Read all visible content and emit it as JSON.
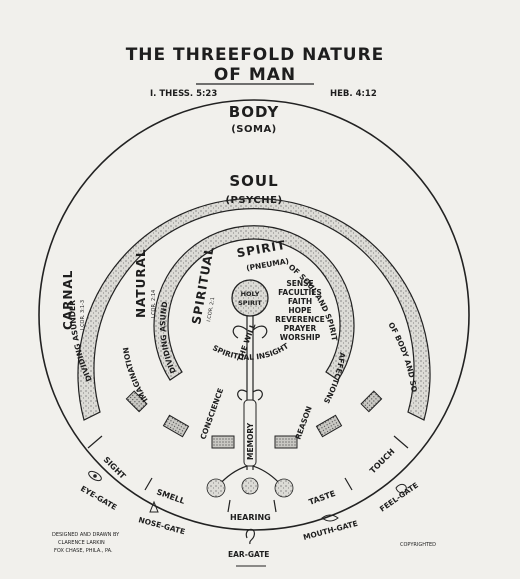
{
  "title_line1": "THE THREEFOLD NATURE",
  "title_line2": "OF MAN",
  "ref_left": "I. THESS. 5:23",
  "ref_right": "HEB. 4:12",
  "body": {
    "label": "BODY",
    "sub": "(SOMA)"
  },
  "soul": {
    "label": "SOUL",
    "sub": "(PSYCHE)"
  },
  "spirit": {
    "label": "SPIRIT",
    "sub": "(PNEUMA)"
  },
  "holy_spirit": [
    "HOLY",
    "SPIRIT"
  ],
  "spirit_faculties": [
    "SENSE",
    "FACULTIES",
    "FAITH",
    "HOPE",
    "REVERENCE",
    "PRAYER",
    "WORSHIP"
  ],
  "carnal": {
    "label": "CARNAL",
    "ref": "I.COR. 3:1-3"
  },
  "natural": {
    "label": "NATURAL",
    "ref": "I.COR. 2:14"
  },
  "spiritual": {
    "label": "SPIRITUAL",
    "ref": "I.COR. 2:1"
  },
  "dividing_outer": "DIVIDING ASUNDER",
  "dividing_inner": "DIVIDING ASUNDER",
  "of_body_and_soul": "OF BODY AND SOUL",
  "of_soul_and_spirit": "OF SOUL AND SPIRIT",
  "spiritual_insight": "SPIRITUAL INSIGHT",
  "the_will": "THE WILL",
  "soul_faculties": [
    "IMAGINATION",
    "CONSCIENCE",
    "MEMORY",
    "REASON",
    "AFFECTIONS"
  ],
  "senses": [
    "SIGHT",
    "SMELL",
    "HEARING",
    "TASTE",
    "TOUCH"
  ],
  "gates": [
    "EYE-GATE",
    "NOSE-GATE",
    "EAR-GATE",
    "MOUTH-GATE",
    "FEEL-GATE"
  ],
  "credit": [
    "DESIGNED AND DRAWN BY",
    "CLARENCE LARKIN",
    "FOX CHASE, PHILA., PA."
  ],
  "copyright": "COPYRIGHTED"
}
